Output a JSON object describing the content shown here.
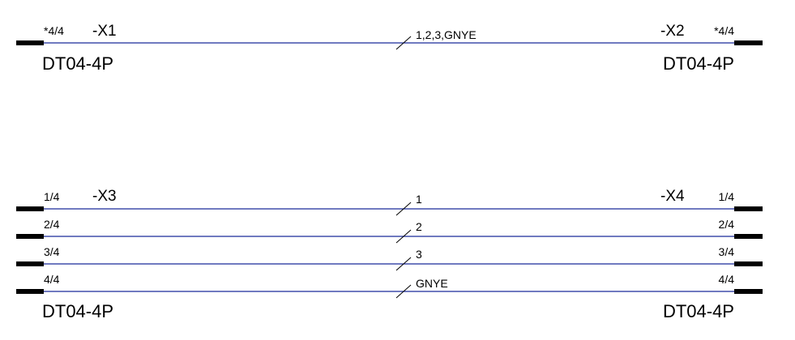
{
  "diagram": {
    "colors": {
      "wire": "#1a2a9a",
      "terminal": "#000000",
      "text": "#000000",
      "background": "#ffffff"
    },
    "top_harness": {
      "left_connector": {
        "ref": "-X1",
        "pin": "*4/4",
        "part": "DT04-4P"
      },
      "right_connector": {
        "ref": "-X2",
        "pin": "*4/4",
        "part": "DT04-4P"
      },
      "wire_label": "1,2,3,GNYE"
    },
    "bottom_harness": {
      "left_connector": {
        "ref": "-X3",
        "part": "DT04-4P"
      },
      "right_connector": {
        "ref": "-X4",
        "part": "DT04-4P"
      },
      "wires": [
        {
          "left_pin": "1/4",
          "right_pin": "1/4",
          "label": "1"
        },
        {
          "left_pin": "2/4",
          "right_pin": "2/4",
          "label": "2"
        },
        {
          "left_pin": "3/4",
          "right_pin": "3/4",
          "label": "3"
        },
        {
          "left_pin": "4/4",
          "right_pin": "4/4",
          "label": "GNYE"
        }
      ]
    }
  }
}
